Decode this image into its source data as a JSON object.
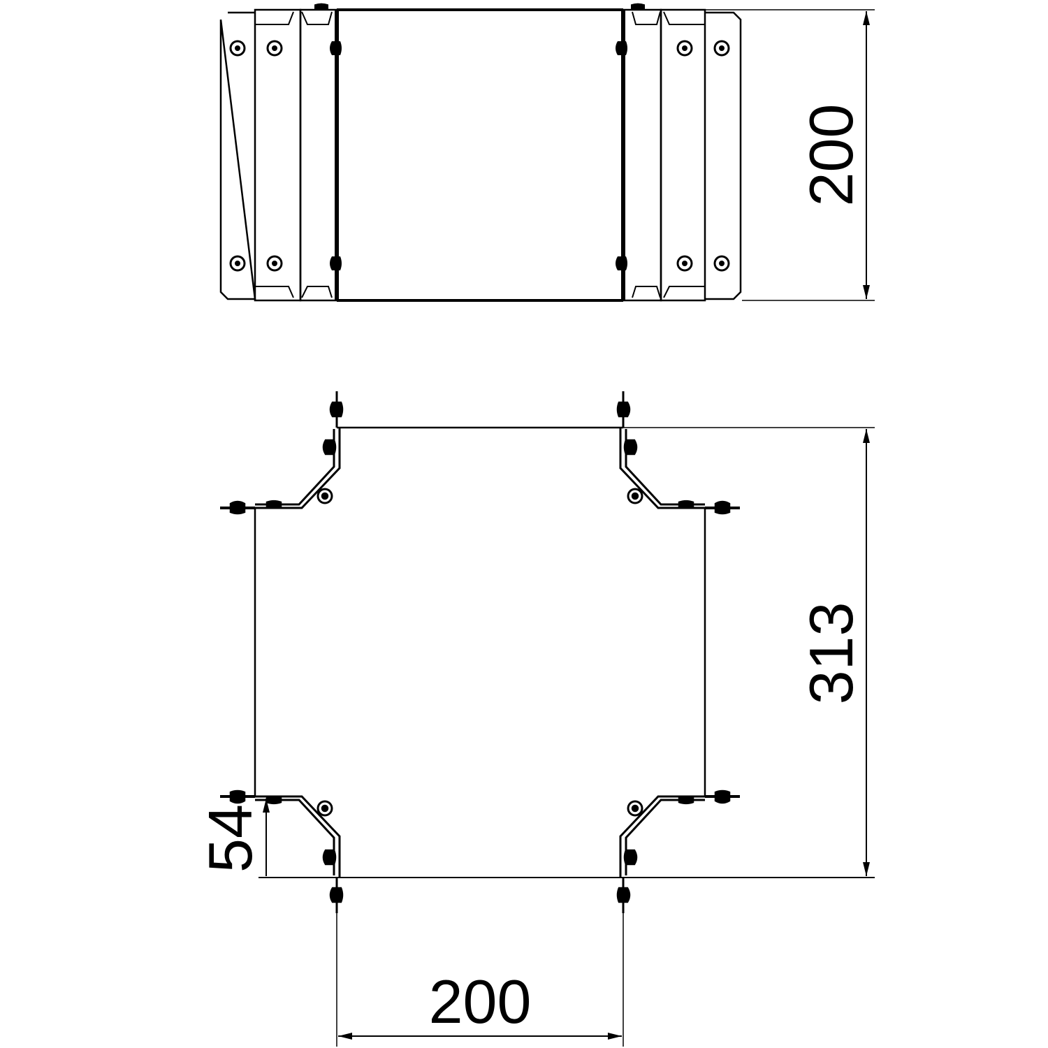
{
  "drawing": {
    "top_view": {
      "height_dimension": "200"
    },
    "plan_view": {
      "depth_dimension": "313",
      "width_dimension": "200",
      "offset_dimension": "54"
    },
    "colors": {
      "line": "#000000",
      "background": "#ffffff"
    }
  }
}
